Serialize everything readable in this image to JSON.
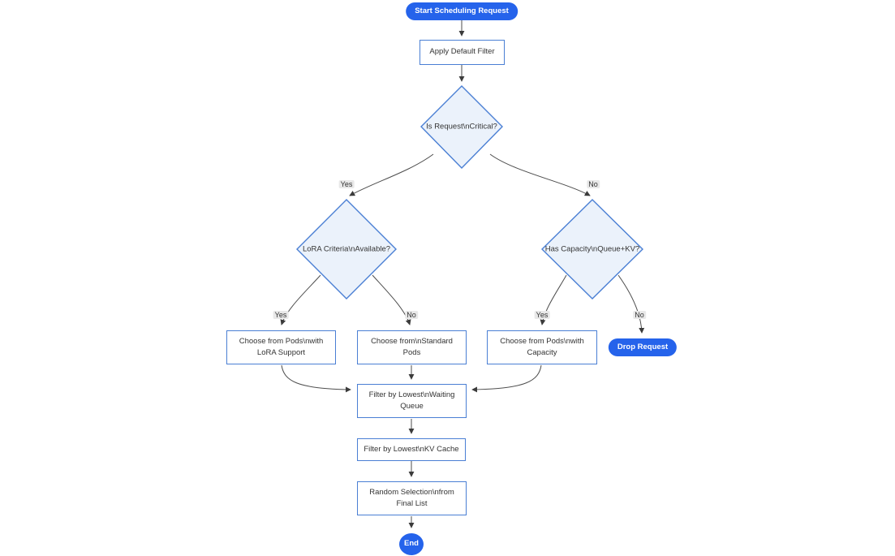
{
  "diagram": {
    "type": "flowchart",
    "nodes": {
      "start": {
        "shape": "stadium",
        "lines": [
          "Start Scheduling Request"
        ]
      },
      "apply_filter": {
        "shape": "rect",
        "lines": [
          "Apply Default Filter"
        ]
      },
      "is_critical": {
        "shape": "diamond",
        "lines": [
          "Is Request\\nCritical?"
        ]
      },
      "lora_criteria": {
        "shape": "diamond",
        "lines": [
          "LoRA Criteria\\nAvailable?"
        ]
      },
      "has_capacity": {
        "shape": "diamond",
        "lines": [
          "Has Capacity\\nQueue+KV?"
        ]
      },
      "lora_pods": {
        "shape": "rect",
        "lines": [
          "Choose from Pods\\nwith",
          "LoRA Support"
        ]
      },
      "standard_pods": {
        "shape": "rect",
        "lines": [
          "Choose from\\nStandard",
          "Pods"
        ]
      },
      "capacity_pods": {
        "shape": "rect",
        "lines": [
          "Choose from Pods\\nwith",
          "Capacity"
        ]
      },
      "drop_request": {
        "shape": "stadium",
        "lines": [
          "Drop Request"
        ]
      },
      "filter_queue": {
        "shape": "rect",
        "lines": [
          "Filter by Lowest\\nWaiting",
          "Queue"
        ]
      },
      "filter_kv": {
        "shape": "rect",
        "lines": [
          "Filter by Lowest\\nKV Cache"
        ]
      },
      "random_selection": {
        "shape": "rect",
        "lines": [
          "Random Selection\\nfrom",
          "Final List"
        ]
      },
      "end": {
        "shape": "circle",
        "lines": [
          "End"
        ]
      }
    },
    "edges": [
      {
        "from": "start",
        "to": "apply_filter",
        "label": ""
      },
      {
        "from": "apply_filter",
        "to": "is_critical",
        "label": ""
      },
      {
        "from": "is_critical",
        "to": "lora_criteria",
        "label": "Yes"
      },
      {
        "from": "is_critical",
        "to": "has_capacity",
        "label": "No"
      },
      {
        "from": "lora_criteria",
        "to": "lora_pods",
        "label": "Yes"
      },
      {
        "from": "lora_criteria",
        "to": "standard_pods",
        "label": "No"
      },
      {
        "from": "has_capacity",
        "to": "capacity_pods",
        "label": "Yes"
      },
      {
        "from": "has_capacity",
        "to": "drop_request",
        "label": "No"
      },
      {
        "from": "lora_pods",
        "to": "filter_queue",
        "label": ""
      },
      {
        "from": "standard_pods",
        "to": "filter_queue",
        "label": ""
      },
      {
        "from": "capacity_pods",
        "to": "filter_queue",
        "label": ""
      },
      {
        "from": "filter_queue",
        "to": "filter_kv",
        "label": ""
      },
      {
        "from": "filter_kv",
        "to": "random_selection",
        "label": ""
      },
      {
        "from": "random_selection",
        "to": "end",
        "label": ""
      }
    ],
    "colors": {
      "accent": "#2563eb",
      "decision_fill": "#ebf2fb",
      "node_border": "#4a7fd4",
      "edge_line": "#4d4d4d",
      "text": "#333333",
      "edge_label_bg": "#e8e8e8"
    }
  }
}
